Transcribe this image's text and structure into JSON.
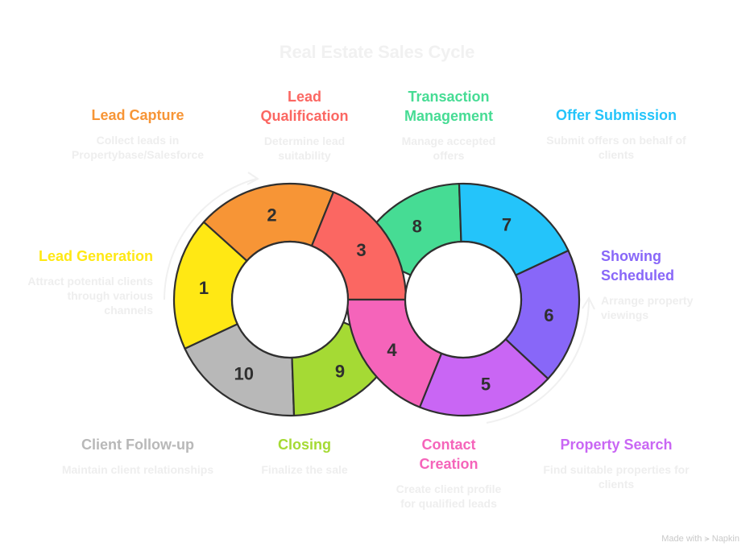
{
  "title": "Real Estate Sales Cycle",
  "brand": {
    "prefix": "Made with",
    "name": "Napkin",
    "icon": "napkin-logo-icon"
  },
  "colors": {
    "outline": "#2f2f2f",
    "description_text": "#eeeeee",
    "flow_arrow": "#f0f0f0"
  },
  "steps": [
    {
      "number": "1",
      "title": "Lead Generation",
      "description": "Attract potential clients through various channels",
      "color": "#FFE814"
    },
    {
      "number": "2",
      "title": "Lead Capture",
      "description": "Collect leads in Propertybase/Salesforce",
      "color": "#F79536"
    },
    {
      "number": "3",
      "title": "Lead Qualification",
      "description": "Determine lead suitability",
      "color": "#FB6762"
    },
    {
      "number": "4",
      "title": "Contact Creation",
      "description": "Create client profile for qualified leads",
      "color": "#F564BA"
    },
    {
      "number": "5",
      "title": "Property Search",
      "description": "Find suitable properties for clients",
      "color": "#C966F4"
    },
    {
      "number": "6",
      "title": "Showing Scheduled",
      "description": "Arrange property viewings",
      "color": "#8867F8"
    },
    {
      "number": "7",
      "title": "Offer Submission",
      "description": "Submit offers on behalf of clients",
      "color": "#24C4FA"
    },
    {
      "number": "8",
      "title": "Transaction Management",
      "description": "Manage accepted offers",
      "color": "#46DC94"
    },
    {
      "number": "9",
      "title": "Closing",
      "description": "Finalize the sale",
      "color": "#A5DA34"
    },
    {
      "number": "10",
      "title": "Client Follow-up",
      "description": "Maintain client relationships",
      "color": "#B8B8B8"
    }
  ],
  "label_lines": {
    "lead_qualification": [
      "Lead",
      "Qualification"
    ],
    "transaction_management": [
      "Transaction",
      "Management"
    ],
    "showing_scheduled": [
      "Showing",
      "Scheduled"
    ],
    "contact_creation": [
      "Contact",
      "Creation"
    ],
    "desc_1": [
      "Attract potential clients",
      "through various",
      "channels"
    ],
    "desc_2": [
      "Collect leads in",
      "Propertybase/Salesforce"
    ],
    "desc_3": [
      "Determine lead",
      "suitability"
    ],
    "desc_4": [
      "Create client profile",
      "for qualified leads"
    ],
    "desc_5": [
      "Find suitable properties for",
      "clients"
    ],
    "desc_6": [
      "Arrange property",
      "viewings"
    ],
    "desc_7": [
      "Submit offers on behalf of",
      "clients"
    ],
    "desc_8": [
      "Manage accepted",
      "offers"
    ]
  }
}
